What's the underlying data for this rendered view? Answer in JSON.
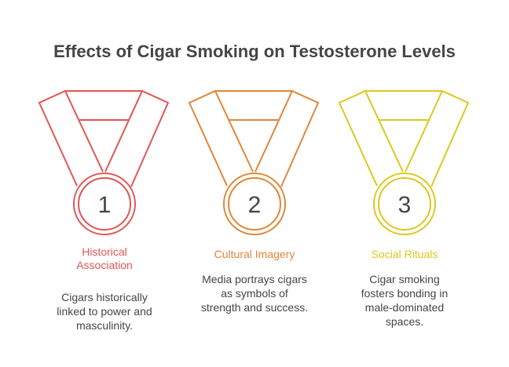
{
  "title": "Effects of Cigar Smoking on Testosterone Levels",
  "items": [
    {
      "number": "1",
      "heading": "Historical Association",
      "description": "Cigars historically linked to power and masculinity.",
      "color": "#E25555"
    },
    {
      "number": "2",
      "heading": "Cultural Imagery",
      "description": "Media portrays cigars as symbols of strength and success.",
      "color": "#E0873A"
    },
    {
      "number": "3",
      "heading": "Social Rituals",
      "description": "Cigar smoking fosters bonding in male-dominated spaces.",
      "color": "#DCC81E"
    }
  ]
}
